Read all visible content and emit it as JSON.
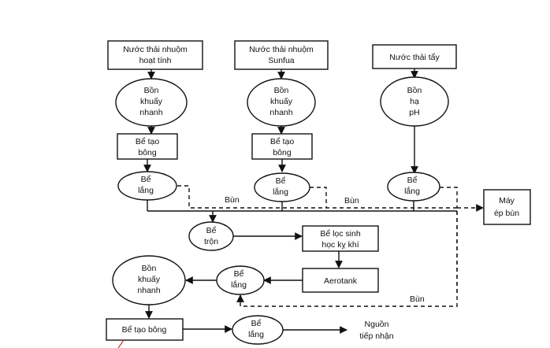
{
  "nodes": {
    "n1": [
      "Nước thải nhuộm",
      "hoạt tính"
    ],
    "n2": [
      "Nước thải nhuộm",
      "Sunfua"
    ],
    "n3": [
      "Nước thải tẩy"
    ],
    "b1": [
      "Bồn",
      "khuấy",
      "nhanh"
    ],
    "b2": [
      "Bồn",
      "khuấy",
      "nhanh"
    ],
    "b3": [
      "Bồn",
      "hạ",
      "pH"
    ],
    "t1": [
      "Bể tạo",
      "bông"
    ],
    "t2": [
      "Bể tạo",
      "bông"
    ],
    "l1": [
      "Bể",
      "lắng"
    ],
    "l2": [
      "Bể",
      "lắng"
    ],
    "l3": [
      "Bể",
      "lắng"
    ],
    "mep": [
      "Máy",
      "ép bùn"
    ],
    "tron": [
      "Bể",
      "trộn"
    ],
    "loc": [
      "Bể lọc sinh",
      "học kỵ khí"
    ],
    "aero": [
      "Aerotank"
    ],
    "l4": [
      "Bể",
      "lắng"
    ],
    "b4": [
      "Bồn",
      "khuấy",
      "nhanh"
    ],
    "t3": [
      "Bể tạo bông"
    ],
    "l5": [
      "Bể",
      "lắng"
    ],
    "out": [
      "Nguồn",
      "tiếp nhận"
    ]
  },
  "edge_labels": {
    "bun1": "Bùn",
    "bun2": "Bùn",
    "bun3": "Bùn"
  }
}
